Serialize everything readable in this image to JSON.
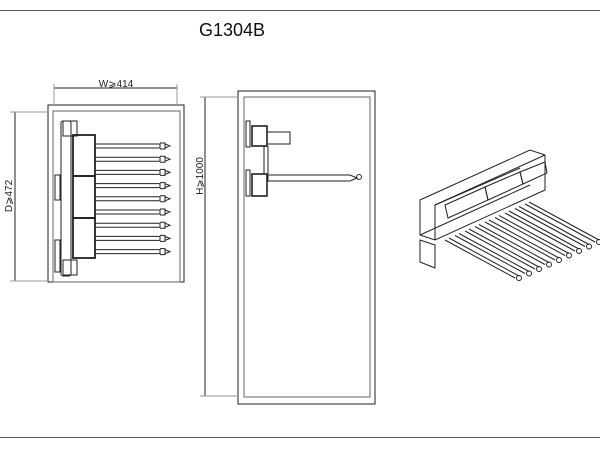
{
  "title": "G1304B",
  "dimensions": {
    "width": "W⩾414",
    "depth": "D⩾472",
    "height": "H⩾1000"
  },
  "rod_count": 9,
  "basket_count": 3
}
